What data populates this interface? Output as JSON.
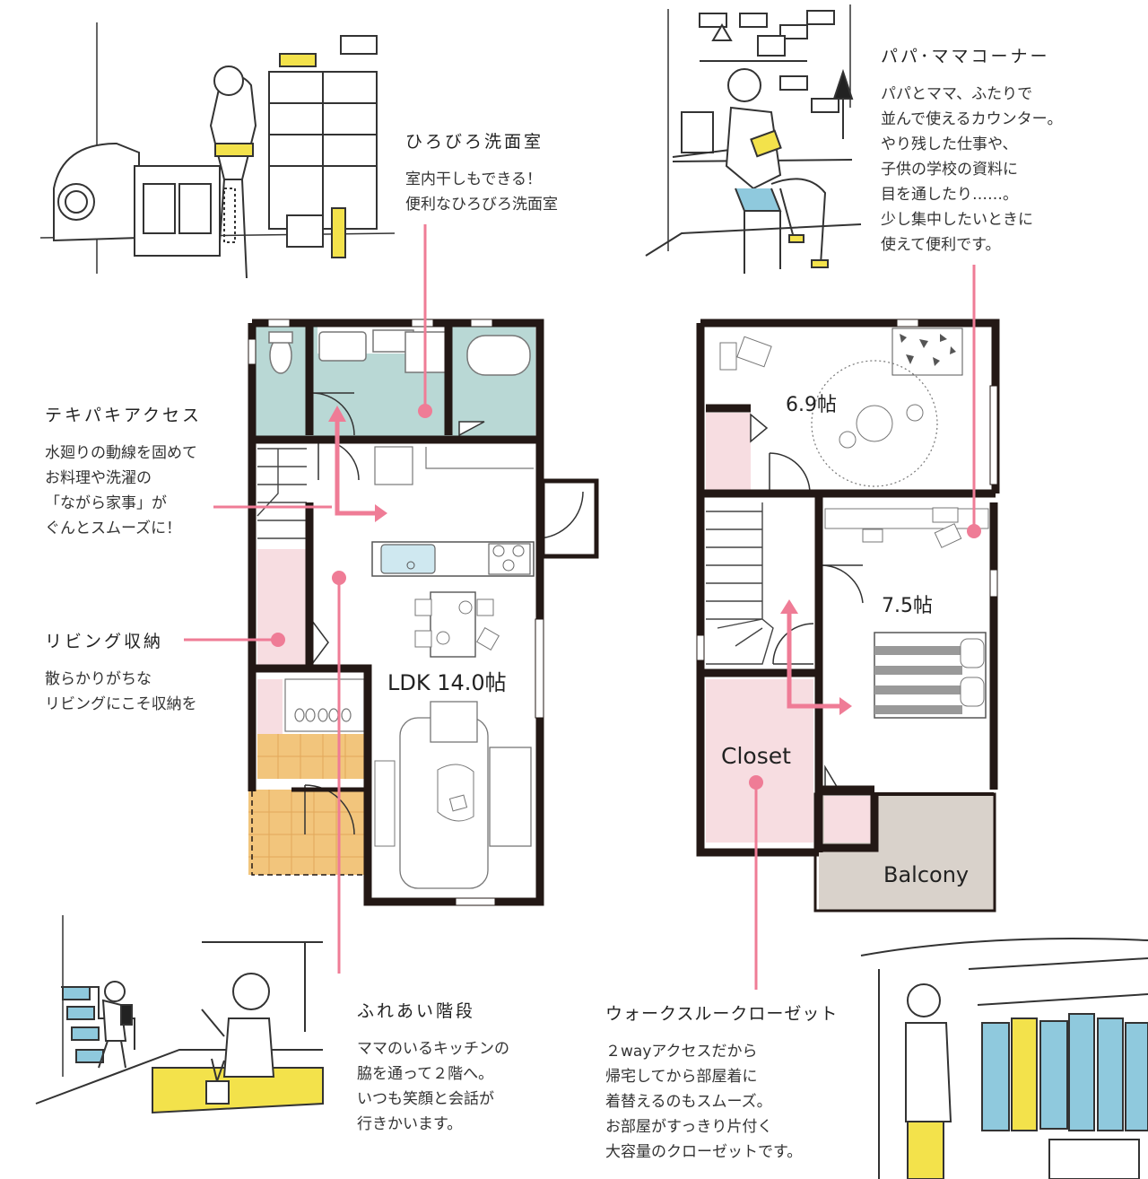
{
  "features": {
    "washroom": {
      "title": "ひろびろ洗面室",
      "lines": [
        "室内干しもできる！",
        "便利なひろびろ洗面室"
      ]
    },
    "papa_mama": {
      "title": "パパ･ママコーナー",
      "lines": [
        "パパとママ、ふたりで",
        "並んで使えるカウンター。",
        "やり残した仕事や、",
        "子供の学校の資料に",
        "目を通したり……。",
        "少し集中したいときに",
        "使えて便利です。"
      ]
    },
    "access": {
      "title": "テキパキアクセス",
      "lines": [
        "水廻りの動線を固めて",
        "お料理や洗濯の",
        "「ながら家事」が",
        "ぐんとスムーズに！"
      ]
    },
    "living_storage": {
      "title": "リビング収納",
      "lines": [
        "散らかりがちな",
        "リビングにこそ収納を"
      ]
    },
    "stairs": {
      "title": "ふれあい階段",
      "lines": [
        "ママのいるキッチンの",
        "脇を通って２階へ。",
        "いつも笑顔と会話が",
        "行きかいます。"
      ]
    },
    "walkthrough": {
      "title": "ウォークスルークローゼット",
      "lines": [
        "２wayアクセスだから",
        "帰宅してから部屋着に",
        "着替えるのもスムーズ。",
        "お部屋がすっきり片付く",
        "大容量のクローゼットです。"
      ]
    }
  },
  "plan": {
    "ldk": "LDK 14.0帖",
    "room_69": "6.9帖",
    "room_75": "7.5帖",
    "closet": "Closet",
    "balcony": "Balcony"
  },
  "colors": {
    "wall": "#231815",
    "water": "#b9d8d5",
    "storage": "#f7dde1",
    "tile": "#f2c57c",
    "balcony": "#d9d2cb",
    "accent": "#ef7c96",
    "yellow": "#f3e24b",
    "blue": "#8fc9dd"
  }
}
